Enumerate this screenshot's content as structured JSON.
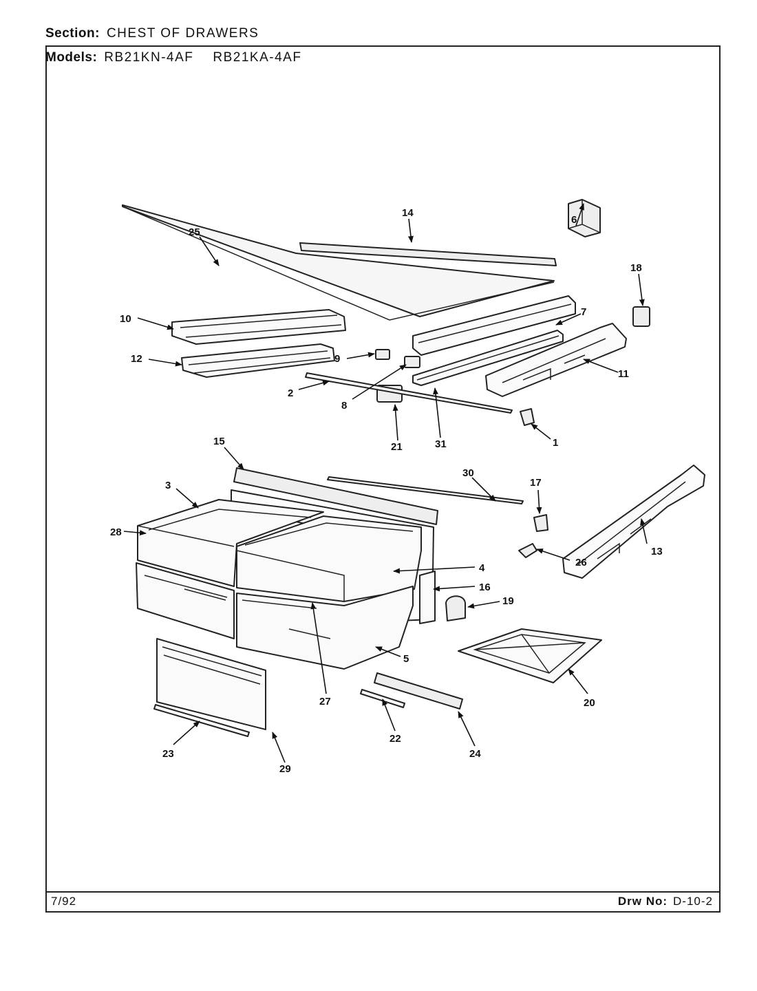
{
  "header": {
    "section_label": "Section:",
    "section_value": "CHEST OF DRAWERS",
    "models_label": "Models:",
    "model_1": "RB21KN-4AF",
    "model_2": "RB21KA-4AF"
  },
  "footer": {
    "date": "7/92",
    "drawing_label": "Drw No:",
    "drawing_number": "D-10-2"
  },
  "callouts": {
    "c1": "1",
    "c2": "2",
    "c3": "3",
    "c4": "4",
    "c5": "5",
    "c6": "6",
    "c7": "7",
    "c8": "8",
    "c9": "9",
    "c10": "10",
    "c11": "11",
    "c12": "12",
    "c13": "13",
    "c14": "14",
    "c15": "15",
    "c16": "16",
    "c17": "17",
    "c18": "18",
    "c19": "19",
    "c20": "20",
    "c21": "21",
    "c22": "22",
    "c23": "23",
    "c24": "24",
    "c25": "25",
    "c26": "26",
    "c27": "27",
    "c28": "28",
    "c29": "29",
    "c30": "30",
    "c31": "31"
  }
}
